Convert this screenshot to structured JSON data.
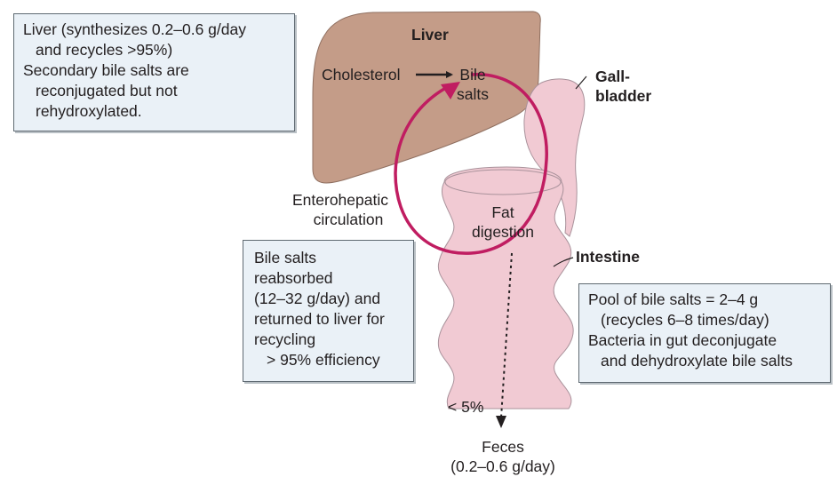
{
  "colors": {
    "liver": "#c49c88",
    "intestine": "#f1cad3",
    "intestine_outline": "#a9929b",
    "circulation_arrow": "#c01d61",
    "box_fill": "#eaf1f7",
    "box_border": "#5f6a72"
  },
  "liver_box": {
    "lines": [
      "Liver (synthesizes 0.2–0.6 g/day",
      "and recycles >95%)",
      "Secondary bile salts are",
      "reconjugated but not",
      "rehydroxylated."
    ]
  },
  "labels": {
    "liver": "Liver",
    "cholesterol": "Cholesterol",
    "bile_salts_1": "Bile",
    "bile_salts_2": "salts",
    "gallbladder_1": "Gall-",
    "gallbladder_2": "bladder",
    "enterohepatic_1": "Enterohepatic",
    "enterohepatic_2": "circulation",
    "fat_1": "Fat",
    "fat_2": "digestion",
    "intestine": "Intestine",
    "less_5": "< 5%",
    "feces_1": "Feces",
    "feces_2": "(0.2–0.6 g/day)"
  },
  "reabsorbed_box": {
    "lines": [
      "Bile salts",
      "reabsorbed",
      "(12–32 g/day) and",
      "returned to liver for",
      "recycling",
      "> 95% efficiency"
    ]
  },
  "pool_box": {
    "lines": [
      "Pool of bile salts = 2–4 g",
      "(recycles 6–8 times/day)",
      "Bacteria in gut deconjugate",
      "and dehydroxylate bile salts"
    ]
  }
}
